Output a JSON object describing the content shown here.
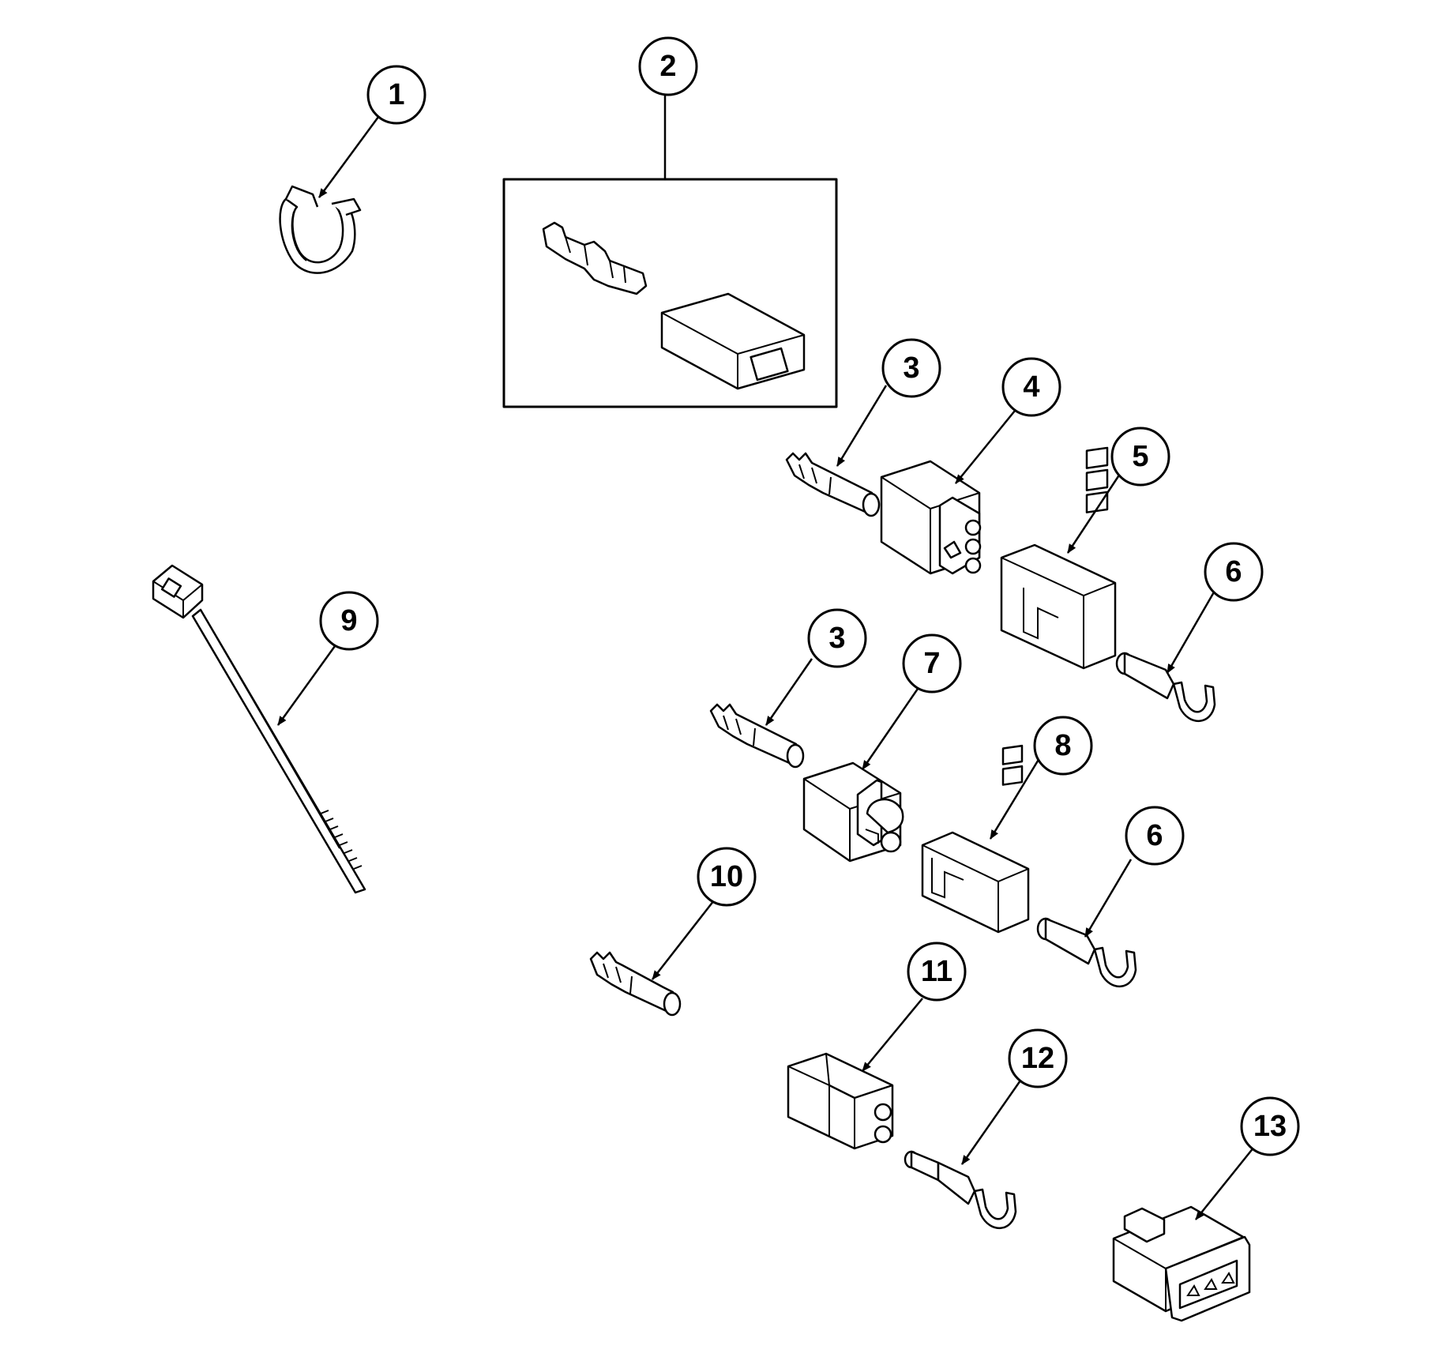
{
  "colors": {
    "line": "#000000",
    "background": "#ffffff"
  },
  "callouts": [
    "1",
    "2",
    "3",
    "4",
    "5",
    "6",
    "3",
    "7",
    "8",
    "6",
    "9",
    "10",
    "11",
    "12",
    "13"
  ]
}
